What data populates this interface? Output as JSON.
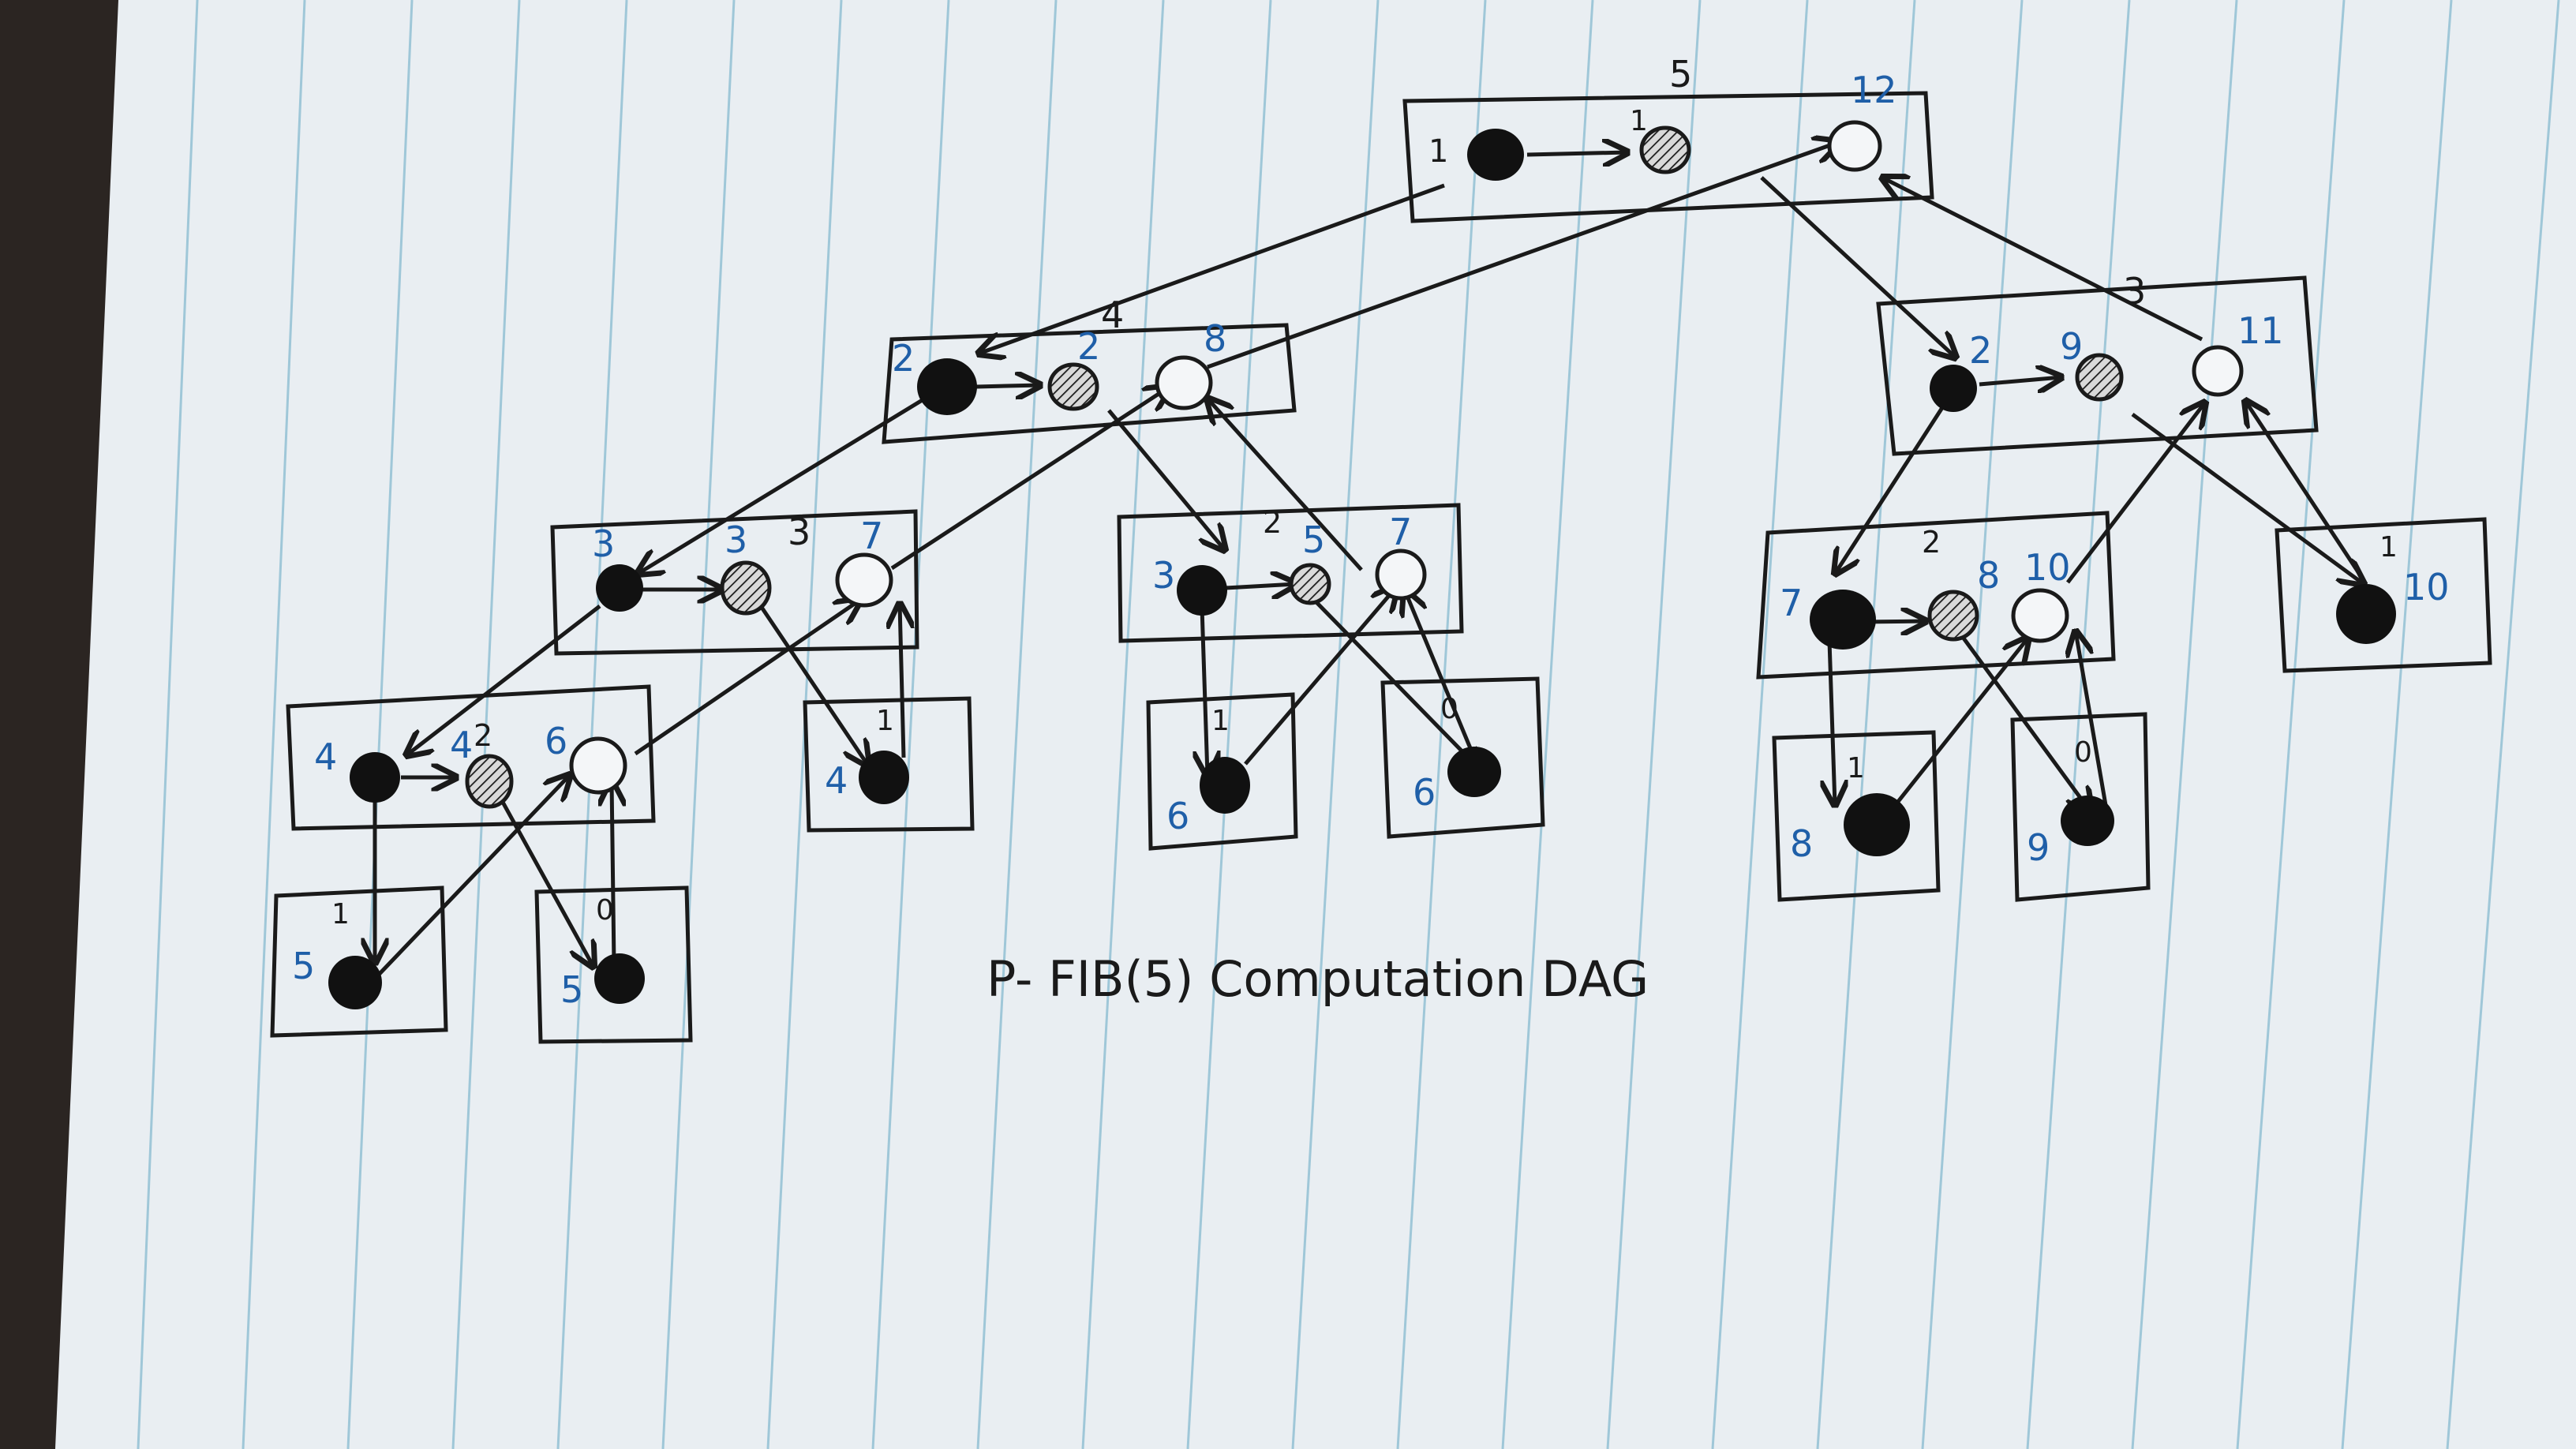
{
  "title": "P- FIB(5) Computation DAG",
  "colors": {
    "paper": "#e9eef2",
    "ruled_line": "#9fc7d8",
    "ink": "#1a1a1a",
    "blue_ink": "#1f5fa8"
  },
  "procedures": [
    {
      "id": "p5",
      "n": "5",
      "strands": [
        {
          "kind": "black",
          "blue": "1"
        },
        {
          "kind": "hatched",
          "blue": "1"
        },
        {
          "kind": "white",
          "blue": "12"
        }
      ]
    },
    {
      "id": "p4",
      "n": "4",
      "strands": [
        {
          "kind": "black",
          "blue": "2"
        },
        {
          "kind": "hatched",
          "blue": "2"
        },
        {
          "kind": "white",
          "blue": "8"
        }
      ]
    },
    {
      "id": "p3r",
      "n": "3",
      "strands": [
        {
          "kind": "black",
          "blue": "2"
        },
        {
          "kind": "hatched",
          "blue": "9"
        },
        {
          "kind": "white",
          "blue": "11"
        }
      ]
    },
    {
      "id": "p3l",
      "n": "3",
      "strands": [
        {
          "kind": "black",
          "blue": "3"
        },
        {
          "kind": "hatched",
          "blue": "3"
        },
        {
          "kind": "white",
          "blue": "7"
        }
      ]
    },
    {
      "id": "p2m",
      "n": "2",
      "strands": [
        {
          "kind": "black",
          "blue": "3"
        },
        {
          "kind": "hatched",
          "blue": "5"
        },
        {
          "kind": "white",
          "blue": "7"
        }
      ]
    },
    {
      "id": "p2r",
      "n": "2",
      "strands": [
        {
          "kind": "black",
          "blue": "7"
        },
        {
          "kind": "hatched",
          "blue": "8"
        },
        {
          "kind": "white",
          "blue": "10"
        }
      ]
    },
    {
      "id": "p1r",
      "n": "1",
      "strands": [
        {
          "kind": "black",
          "blue": "10"
        }
      ]
    },
    {
      "id": "p2l",
      "n": "2",
      "strands": [
        {
          "kind": "black",
          "blue": "4"
        },
        {
          "kind": "hatched",
          "blue": "4"
        },
        {
          "kind": "white",
          "blue": "6"
        }
      ]
    },
    {
      "id": "p1a",
      "n": "1",
      "strands": [
        {
          "kind": "black",
          "blue": "4"
        }
      ]
    },
    {
      "id": "p1b",
      "n": "1",
      "strands": [
        {
          "kind": "black",
          "blue": "6"
        }
      ]
    },
    {
      "id": "p0a",
      "n": "0",
      "strands": [
        {
          "kind": "black",
          "blue": "6"
        }
      ]
    },
    {
      "id": "p1c",
      "n": "1",
      "strands": [
        {
          "kind": "black",
          "blue": "8"
        }
      ]
    },
    {
      "id": "p0b",
      "n": "0",
      "strands": [
        {
          "kind": "black",
          "blue": "9"
        }
      ]
    },
    {
      "id": "p1d",
      "n": "1",
      "strands": [
        {
          "kind": "black",
          "blue": "5"
        }
      ]
    },
    {
      "id": "p0c",
      "n": "0",
      "strands": [
        {
          "kind": "black",
          "blue": "5"
        }
      ]
    }
  ]
}
